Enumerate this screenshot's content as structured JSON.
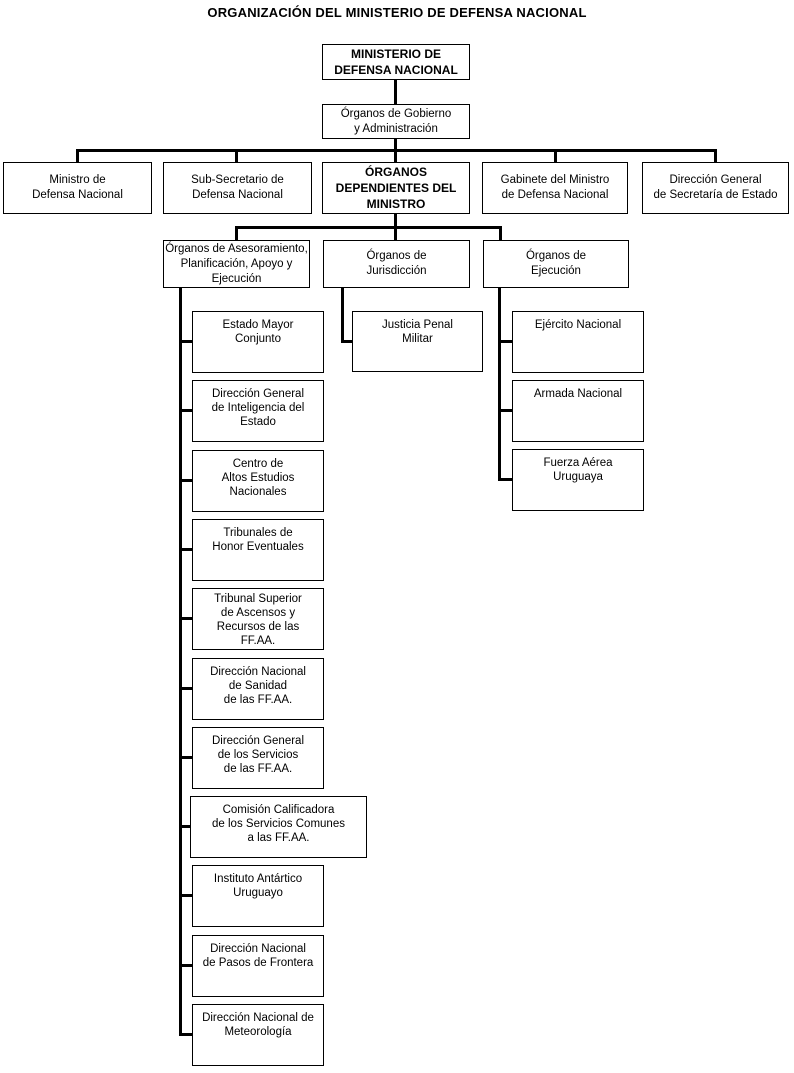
{
  "title": "ORGANIZACIÓN DEL MINISTERIO DE DEFENSA NACIONAL",
  "nodes": {
    "ministerio": {
      "label": "MINISTERIO DE\nDEFENSA NACIONAL"
    },
    "gobierno": {
      "label": "Órganos de Gobierno\ny Administración"
    },
    "ministro": {
      "label": "Ministro de\nDefensa Nacional"
    },
    "subsecretario": {
      "label": "Sub-Secretario de\nDefensa Nacional"
    },
    "dependientes": {
      "label": "ÓRGANOS\nDEPENDIENTES DEL\nMINISTRO"
    },
    "gabinete": {
      "label": "Gabinete del Ministro\nde Defensa Nacional"
    },
    "secretaria": {
      "label": "Dirección General\nde Secretaría de Estado"
    },
    "asesoramiento": {
      "label": "Órganos de Asesoramiento,\nPlanificación, Apoyo y\nEjecución"
    },
    "jurisdiccion": {
      "label": "Órganos de\nJurisdicción"
    },
    "ejecucion": {
      "label": "Órganos de\nEjecución"
    },
    "advisory": [
      {
        "label": "Estado Mayor\nConjunto"
      },
      {
        "label": "Dirección General\nde Inteligencia del\nEstado"
      },
      {
        "label": "Centro de\nAltos Estudios\nNacionales"
      },
      {
        "label": "Tribunales de\nHonor Eventuales"
      },
      {
        "label": "Tribunal Superior\nde Ascensos y\nRecursos de las\nFF.AA."
      },
      {
        "label": "Dirección Nacional\nde Sanidad\nde las FF.AA."
      },
      {
        "label": "Dirección General\nde los Servicios\nde las FF.AA."
      },
      {
        "label": "Comisión Calificadora\nde los Servicios Comunes\na las FF.AA."
      },
      {
        "label": "Instituto Antártico\nUruguayo"
      },
      {
        "label": "Dirección Nacional\nde Pasos de Frontera"
      },
      {
        "label": "Dirección Nacional de\nMeteorología"
      }
    ],
    "jurisdiccion_hijos": [
      {
        "label": "Justicia Penal\nMilitar"
      }
    ],
    "ejecucion_hijos": [
      {
        "label": "Ejército Nacional"
      },
      {
        "label": "Armada Nacional"
      },
      {
        "label": "Fuerza Aérea\nUruguaya"
      }
    ]
  }
}
